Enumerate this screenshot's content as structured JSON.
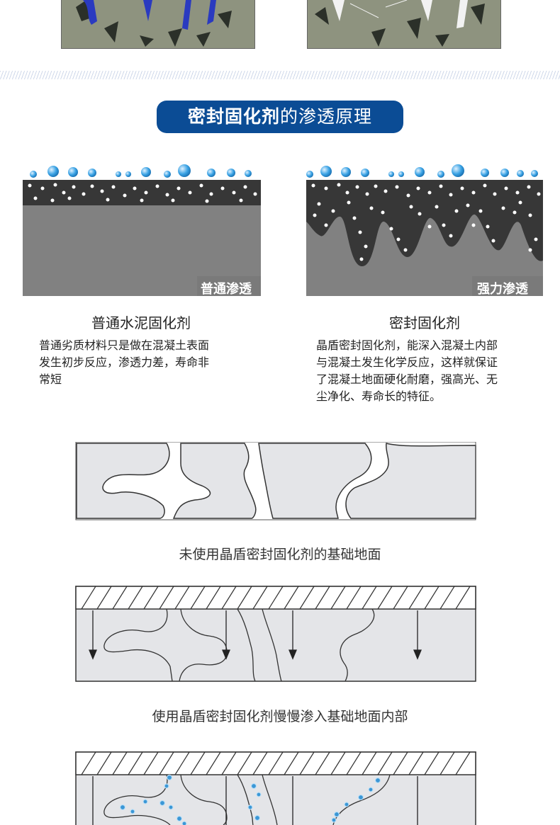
{
  "section_title": {
    "bold": "密封固化剂",
    "light": "的渗透原理"
  },
  "left_panel": {
    "badge": "普通渗透",
    "heading": "普通水泥固化剂",
    "description_lines": [
      "普通劣质材料只是做在混凝土表面",
      "发生初步反应，渗透力差，寿命非",
      "常短"
    ]
  },
  "right_panel": {
    "badge": "强力渗透",
    "heading": "密封固化剂",
    "description_lines": [
      "晶盾密封固化剂，能深入混凝土内部",
      "与混凝土发生化学反应，这样就保证",
      "了混凝土地面硬化耐磨，强高光、无",
      "尘净化、寿命长的特征。"
    ]
  },
  "diagram_captions": {
    "first": "未使用晶盾密封固化剂的基础地面",
    "second": "使用晶盾密封固化剂慢慢渗入基础地面内部"
  },
  "colors": {
    "title_blue": "#0b4c95",
    "concrete_gray": "#808080",
    "dark_layer": "#3a3a3a",
    "diagram_fill": "#e6e7ea",
    "drop_blue": "#2f86c8"
  }
}
